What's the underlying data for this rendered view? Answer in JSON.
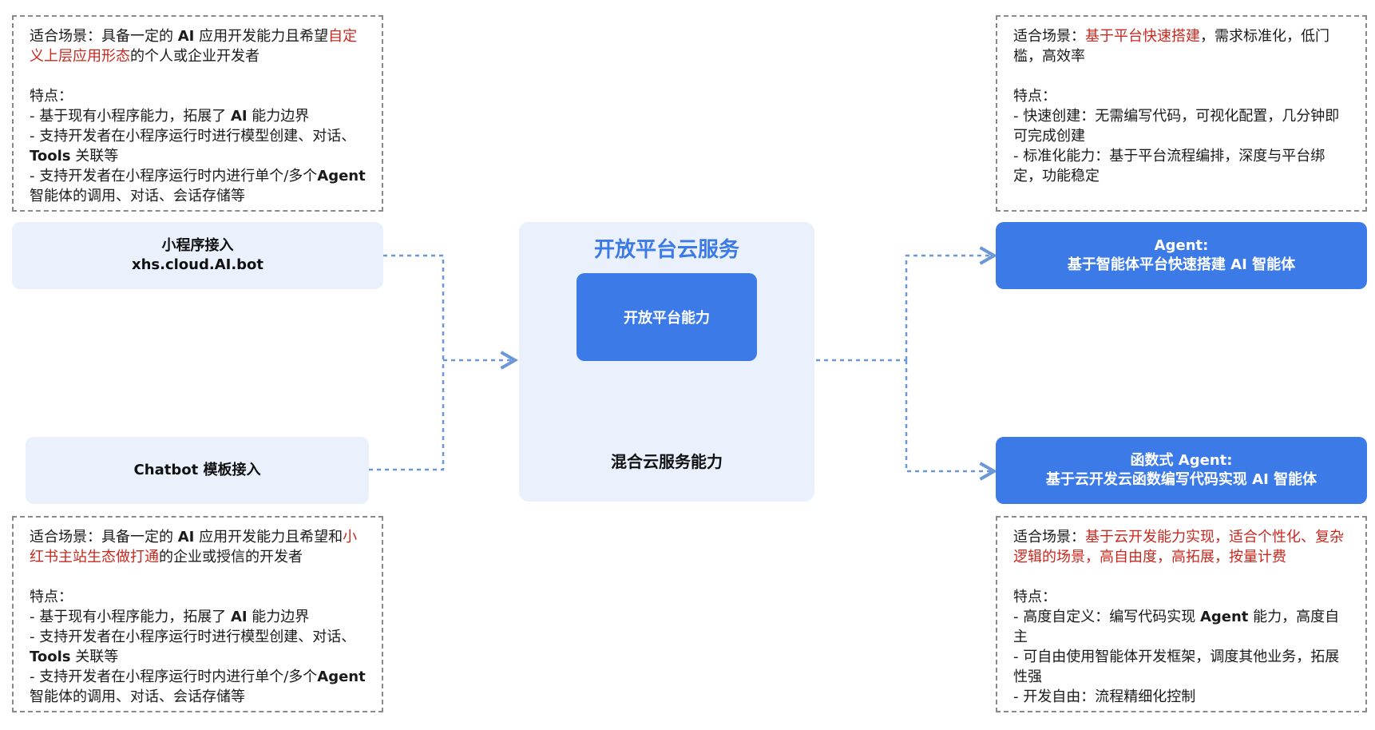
{
  "left_top_note": {
    "scene_label": "适合场景：",
    "scene_a": "具备一定的 ",
    "scene_b": "AI",
    "scene_c": " 应用开发能力且希望",
    "scene_red": "自定义上层应用形态",
    "scene_d": "的个人或企业开发者",
    "features_label": "特点：",
    "f1_a": "-  基于现有小程序能力，拓展了 ",
    "f1_b": "AI",
    "f1_c": " 能力边界",
    "f2_a": "-  支持开发者在小程序运行时进行模型创建、对话、",
    "f2_b": "Tools",
    "f2_c": " 关联等",
    "f3_a": "-  支持开发者在小程序运行时内进行单个/多个",
    "f3_b": "Agent",
    "f3_c": " 智能体的调用、对话、会话存储等"
  },
  "left_bottom_note": {
    "scene_label": "适合场景：",
    "scene_a": "具备一定的 ",
    "scene_b": "AI",
    "scene_c": " 应用开发能力且希望和",
    "scene_red": "小红书主站生态做打通",
    "scene_d": "的企业或授信的开发者",
    "features_label": "特点：",
    "f1_a": "-  基于现有小程序能力，拓展了 ",
    "f1_b": "AI",
    "f1_c": " 能力边界",
    "f2_a": "-  支持开发者在小程序运行时进行模型创建、对话、",
    "f2_b": "Tools",
    "f2_c": " 关联等",
    "f3_a": "-  支持开发者在小程序运行时内进行单个/多个",
    "f3_b": "Agent",
    "f3_c": " 智能体的调用、对话、会话存储等"
  },
  "entries": {
    "miniapp_line1": "小程序接入",
    "miniapp_line2": "xhs.cloud.AI.bot",
    "chatbot": "Chatbot 模板接入"
  },
  "center": {
    "title": "开放平台云服务",
    "capability": "开放平台能力",
    "hybrid": "混合云服务能力"
  },
  "agents": {
    "agent_line1": "Agent:",
    "agent_line2": "基于智能体平台快速搭建 AI 智能体",
    "func_line1": "函数式 Agent:",
    "func_line2": "基于云开发云函数编写代码实现 AI 智能体"
  },
  "right_top_note": {
    "scene_label": "适合场景：",
    "scene_red": "基于平台快速搭建",
    "scene_d": "，需求标准化，低门槛，高效率",
    "features_label": "特点：",
    "f1": "-  快速创建：无需编写代码，可视化配置，几分钟即可完成创建",
    "f2": "- 标准化能力：基于平台流程编排，深度与平台绑定，功能稳定"
  },
  "right_bottom_note": {
    "scene_label": "适合场景：",
    "scene_red": "基于云开发能力实现，适合个性化、复杂逻辑的场景，高自由度，高拓展，按量计费",
    "features_label": "特点：",
    "f1_a": "-  高度自定义：编写代码实现 ",
    "f1_b": "Agent",
    "f1_c": " 能力，高度自主",
    "f2": "- 可自由使用智能体开发框架，调度其他业务，拓展性强",
    "f3": "- 开发自由：流程精细化控制"
  },
  "colors": {
    "accent_blue": "#3c7ae8",
    "light_blue": "#eaf1fd",
    "highlight_red": "#c8281e",
    "db_yellow": "#f8dc93"
  }
}
